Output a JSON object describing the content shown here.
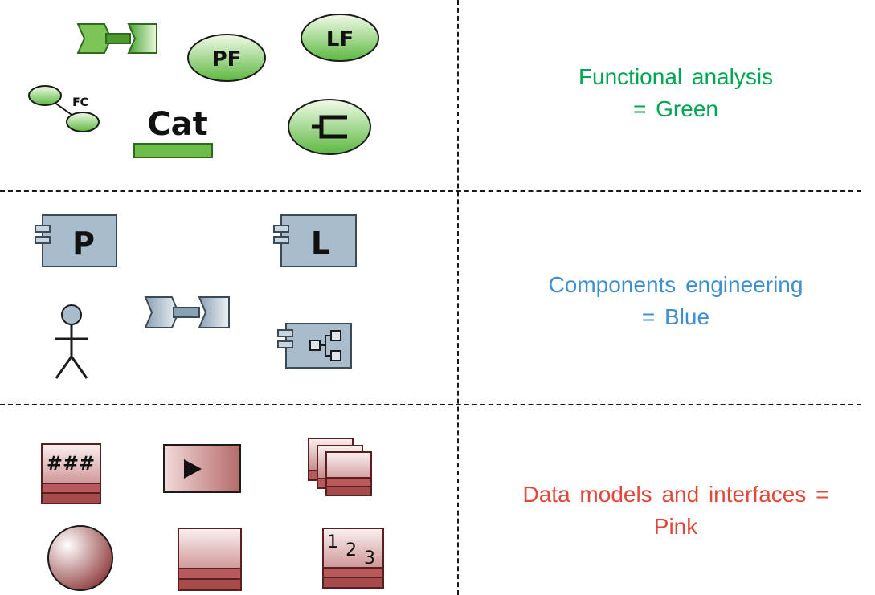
{
  "rows": [
    {
      "line1": "Functional analysis",
      "line2": "= Green",
      "color": "#00a651",
      "icons": [
        "exchange-arrow-icon",
        "physical-function-icon",
        "logical-function-icon",
        "functional-chain-icon",
        "category-icon",
        "port-icon"
      ],
      "icon_labels": {
        "pf": "PF",
        "lf": "LF",
        "fc": "FC",
        "cat": "Cat"
      }
    },
    {
      "line1": "Components engineering",
      "line2": "= Blue",
      "color": "#3e8ed0",
      "icons": [
        "physical-component-icon",
        "logical-component-icon",
        "actor-icon",
        "component-exchange-icon",
        "component-assembly-icon"
      ],
      "icon_labels": {
        "p": "P",
        "l": "L"
      }
    },
    {
      "line1": "Data models and interfaces =",
      "line2": "Pink",
      "color": "#e0483a",
      "icons": [
        "class-icon",
        "exchange-item-icon",
        "collection-icon",
        "data-sphere-icon",
        "data-type-icon",
        "enumeration-icon"
      ],
      "icon_labels": {
        "class": "###",
        "e1": "1",
        "e2": "2",
        "e3": "3"
      }
    }
  ],
  "colors": {
    "green_light": "#e6f5d8",
    "green_dark": "#3f9b2a",
    "blue_fill": "#a9bccb",
    "blue_stroke": "#3b4a57",
    "pink_light": "#f4e2e2",
    "pink_dark": "#a6494a"
  }
}
